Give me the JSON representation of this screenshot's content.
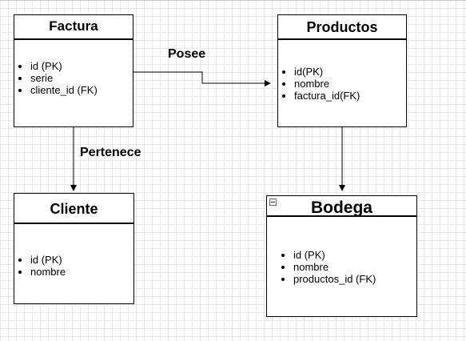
{
  "entities": {
    "factura": {
      "title": "Factura",
      "fields": [
        "id (PK)",
        "serie",
        "cliente_id (FK)"
      ]
    },
    "productos": {
      "title": "Productos",
      "fields": [
        "id(PK)",
        "nombre",
        "factura_id(FK)"
      ]
    },
    "cliente": {
      "title": "Cliente",
      "fields": [
        "id (PK)",
        "nombre"
      ]
    },
    "bodega": {
      "title": "Bodega",
      "fields": [
        "id (PK)",
        "nombre",
        "productos_id (FK)"
      ]
    }
  },
  "relations": {
    "posee": "Posee",
    "pertenece": "Pertenece"
  }
}
